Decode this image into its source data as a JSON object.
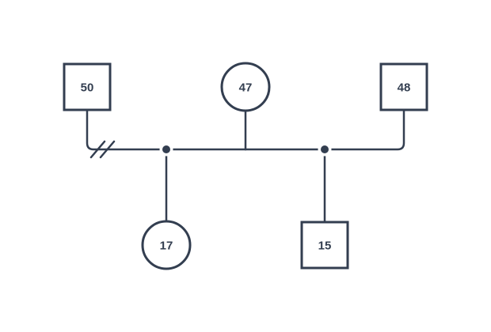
{
  "diagram": {
    "kind": "genogram",
    "background": "#ffffff",
    "line_color": "#333e50",
    "text_color": "#333e50",
    "node_fill": "#ffffff",
    "nodes": [
      {
        "id": "top-left",
        "shape": "square",
        "label": "50"
      },
      {
        "id": "top-center",
        "shape": "circle",
        "label": "47"
      },
      {
        "id": "top-right",
        "shape": "square",
        "label": "48"
      },
      {
        "id": "bottom-left",
        "shape": "circle",
        "label": "17"
      },
      {
        "id": "bottom-right",
        "shape": "square",
        "label": "15"
      }
    ],
    "relationships": [
      {
        "partners": [
          "50",
          "47"
        ],
        "marker": "separated",
        "children": [
          "17"
        ]
      },
      {
        "partners": [
          "47",
          "48"
        ],
        "marker": "none",
        "children": [
          "15"
        ]
      }
    ]
  }
}
